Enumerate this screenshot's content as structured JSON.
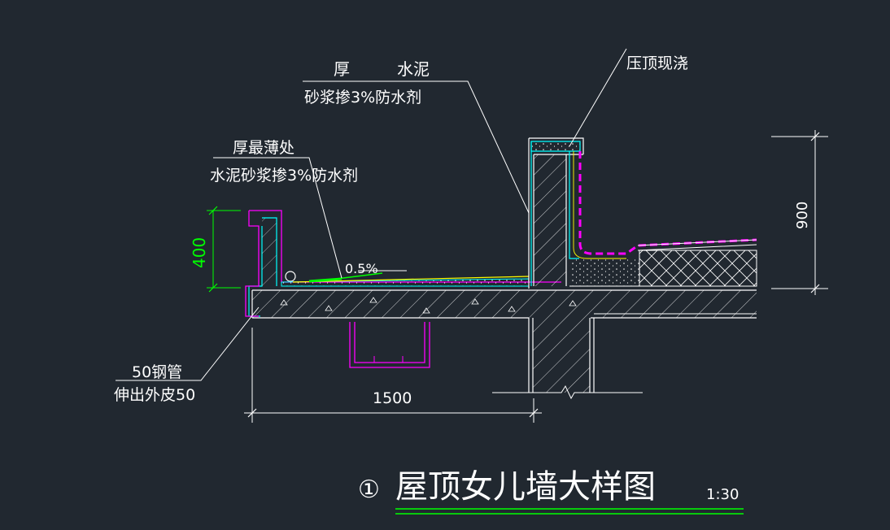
{
  "drawing": {
    "background": "#212830",
    "colors": {
      "white": "#ffffff",
      "cyan": "#00ffff",
      "magenta": "#ff00ff",
      "green": "#00ff00",
      "yellow": "#ffff00"
    },
    "labels": {
      "cement_top_left": "厚",
      "cement_top_right": "水泥",
      "cement_top_line2": "砂浆掺3%防水剂",
      "coping": "压顶现浇",
      "thinnest_line1": "厚最薄处",
      "thinnest_line2": "水泥砂浆掺3%防水剂",
      "slope": "0.5%",
      "pipe_line1": "50钢管",
      "pipe_line2": "伸出外皮50"
    },
    "dimensions": {
      "height_left": "400",
      "height_right": "900",
      "width_bottom": "1500"
    },
    "title": {
      "circle_number": "①",
      "text": "屋顶女儿墙大样图",
      "scale": "1:30"
    }
  }
}
